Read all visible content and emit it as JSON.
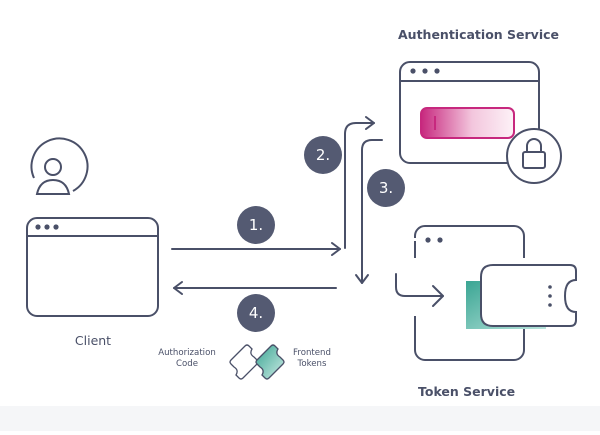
{
  "services": {
    "auth_title": "Authentication Service",
    "client_title": "Client",
    "token_title": "Token Service"
  },
  "steps": [
    "1.",
    "2.",
    "3.",
    "4."
  ],
  "legend": {
    "authorization_code": [
      "Authorization",
      "Code"
    ],
    "frontend_tokens": [
      "Frontend",
      "Tokens"
    ]
  },
  "colors": {
    "outline": "#4a5068",
    "step_circle": "#545a72",
    "accent_pink": "#c7287e",
    "accent_teal": "#4fb3a4",
    "background_band": "#f5f6f8"
  },
  "icons": [
    "user-icon",
    "lock-icon",
    "ticket-icon",
    "arrow-icon"
  ]
}
